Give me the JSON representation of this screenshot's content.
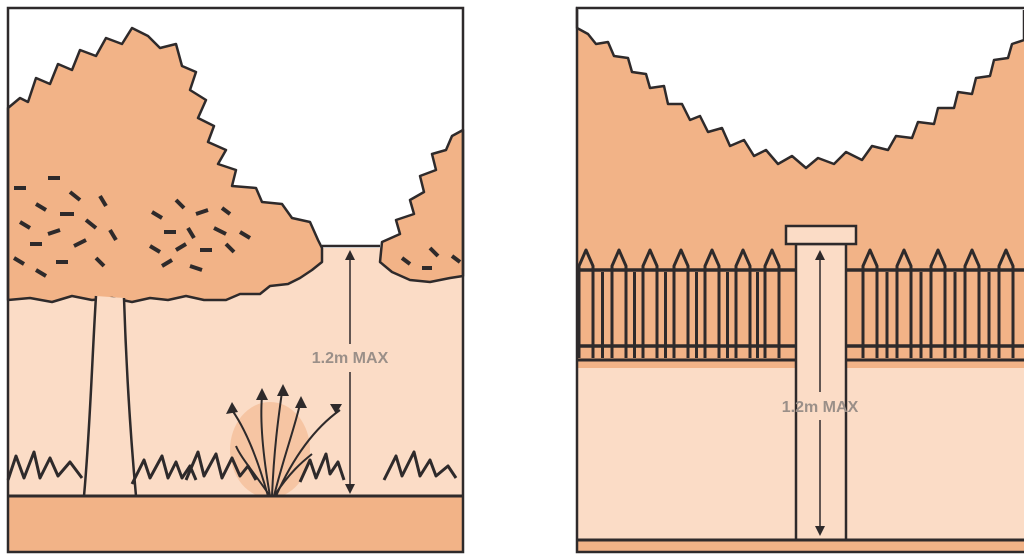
{
  "panels": [
    {
      "id": "planting",
      "height_label": "1.2m MAX"
    },
    {
      "id": "fence",
      "height_label": "1.2m MAX"
    }
  ],
  "colors": {
    "canopy": "#f2b387",
    "sky": "#ffffff",
    "screen_zone": "#fbdcc6",
    "ground": "#f2b387",
    "outline": "#2e2a2b",
    "dimension_text": "#9a8f88",
    "plant_glow": "#f2b387"
  }
}
